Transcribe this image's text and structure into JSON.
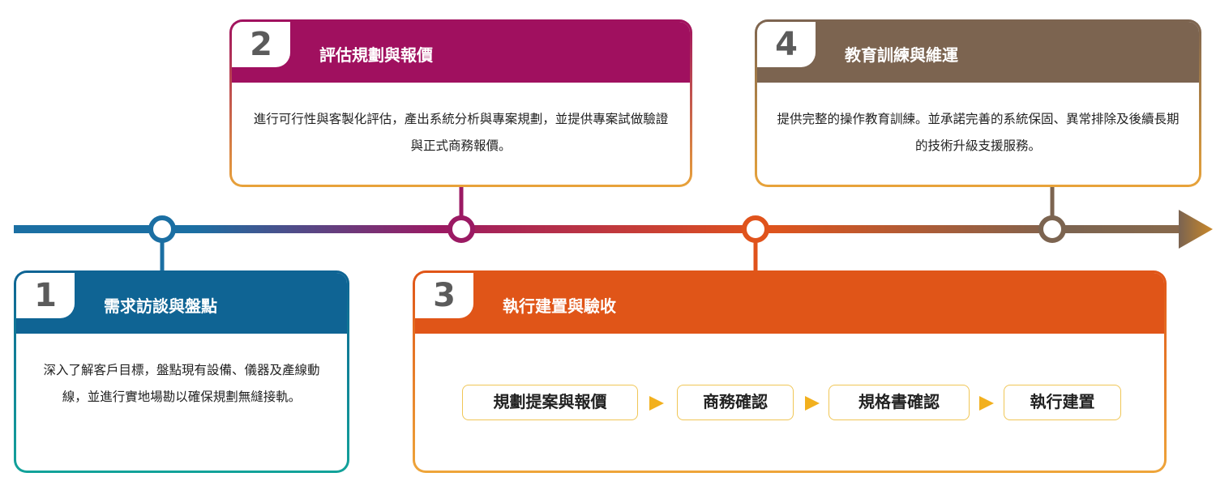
{
  "steps": [
    {
      "number": "1",
      "title": "需求訪談與盤點",
      "color": "#0f6494",
      "description": "深入了解客戶目標，盤點現有設備、儀器及產線動線，並進行實地場勘以確保規劃無縫接軌。"
    },
    {
      "number": "2",
      "title": "評估規劃與報價",
      "color": "#a0105f",
      "description": "進行可行性與客製化評估，產出系統分析與專案規劃，並提供專案試做驗證與正式商務報價。"
    },
    {
      "number": "3",
      "title": "執行建置與驗收",
      "color": "#e05518",
      "sub_steps": [
        "規劃提案與報價",
        "商務確認",
        "規格書確認",
        "執行建置"
      ]
    },
    {
      "number": "4",
      "title": "教育訓練與維運",
      "color": "#7c6450",
      "description": "提供完整的操作教育訓練。並承諾完善的系統保固、異常排除及後續長期的技術升級支援服務。"
    }
  ],
  "timeline": {
    "gradient_colors": [
      "#1b6fa3",
      "#9b1a63",
      "#e0531c",
      "#7c6450"
    ],
    "arrow_color": "#b87c22"
  }
}
